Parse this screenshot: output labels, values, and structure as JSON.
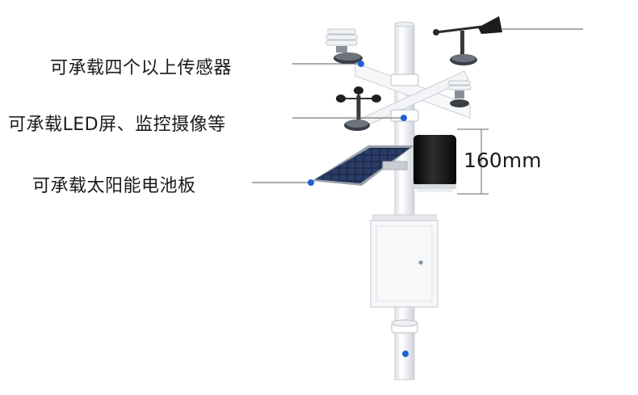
{
  "labels": {
    "sensors": "可承载四个以上传感器",
    "led": "可承载LED屏、监控摄像等",
    "solar": "可承载太阳能电池板",
    "dimension": "160mm"
  },
  "colors": {
    "marker": "#1f5fd6",
    "leader_line": "#555555",
    "pole": "#f4f5f7",
    "solar_panel": "#1c2a4a",
    "battery": "#141414"
  }
}
